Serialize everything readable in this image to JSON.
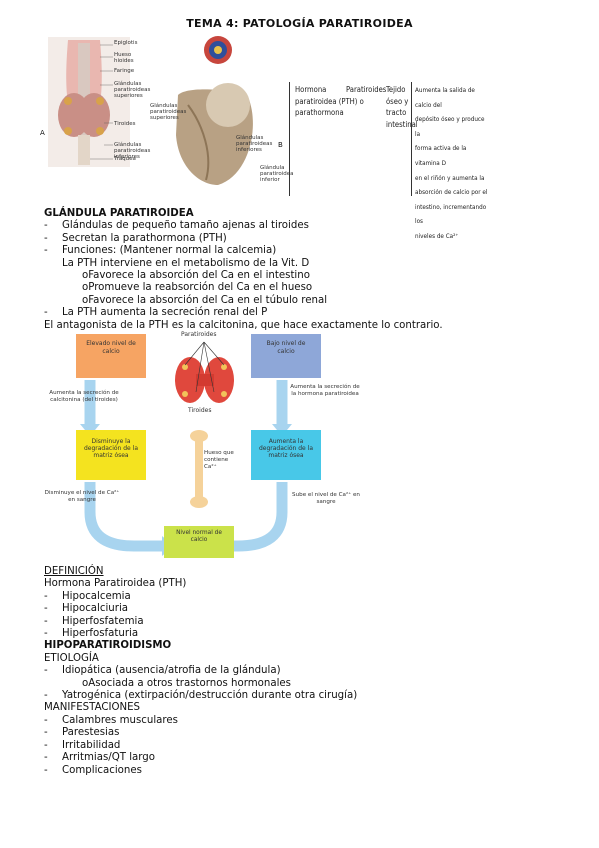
{
  "title": "TEMA 4: PATOLOGÍA PARATIROIDEA",
  "fig1": {
    "labels": [
      "Epiglotis",
      "Hueso hioides",
      "Faringe",
      "Glándulas paratiroideas superiores",
      "Tiroides",
      "Glándulas paratiroideas inferiores",
      "Tráquea",
      "Glándulas paratiroideas superiores",
      "Glándulas paratiroideas inferiores",
      "Glándula paratiroidea inferior"
    ],
    "panel_a": "A",
    "panel_b": "B"
  },
  "table": {
    "c1": [
      "Hormona",
      "paratiroidea (PTH) o",
      "parathormona"
    ],
    "c2": [
      "Paratiroides"
    ],
    "c3": [
      "Tejido",
      "óseo y",
      "tracto",
      "intestinal"
    ],
    "c4": [
      "Aumenta la salida de calcio del",
      "depósito óseo y produce la",
      "forma activa de la vitamina D",
      "en el riñón y aumenta la",
      "absorción de calcio por el",
      "intestino, incrementando los",
      "niveles de Ca²⁺"
    ]
  },
  "sec1": {
    "heading": "GLÁNDULA PARATIROIDEA",
    "items": [
      "Glándulas de pequeño tamaño ajenas al tiroides",
      "Secretan la parathormona (PTH)",
      "Funciones: (Mantener normal la calcemia)"
    ],
    "sub_intro": "La PTH interviene en el metabolismo de la Vit. D",
    "subitems": [
      "Favorece la absorción del Ca en el intestino",
      "Promueve la reabsorción del Ca en el hueso",
      "Favorece la absorción del Ca en el túbulo renal"
    ],
    "item4": "La PTH aumenta la secreción renal del P",
    "antagonist": "El antagonista de la PTH es la calcitonina, que hace exactamente lo contrario."
  },
  "diagram": {
    "high": "Elevado nivel de calcio",
    "low": "Bajo nivel de calcio",
    "parathyroids": "Paratiroides",
    "thyroid": "Tiroides",
    "left_arrow": "Aumenta la secreción de calcitonina (del tiroides)",
    "right_arrow": "Aumenta la secreción de la hormona paratiroidea",
    "decrease": "Disminuye la degradación de la matriz ósea",
    "increase": "Aumenta la degradación de la matriz ósea",
    "bone": "Hueso que contiene Ca²⁺",
    "down_left": "Disminuye el nivel de Ca²⁺ en sangre",
    "up_right": "Sube el nivel de Ca²⁺ en sangre",
    "normal": "Nivel normal de calcio"
  },
  "sec2": {
    "heading": "DEFINICIÓN",
    "intro": "Hormona Paratiroidea (PTH)",
    "items": [
      "Hipocalcemia",
      "Hipocalciuria",
      "Hiperfosfatemia",
      "Hiperfosfaturia"
    ]
  },
  "sec3": {
    "heading": "HIPOPARATIROIDISMO",
    "etiology": "ETIOLOGÍA",
    "e1": "Idiopática (ausencia/atrofia de la glándula)",
    "e1sub": "Asociada a otros trastornos hormonales",
    "e2": "Yatrogénica (extirpación/destrucción durante otra cirugía)",
    "manifest": "MANIFESTACIONES",
    "m": [
      "Calambres musculares",
      "Parestesias",
      "Irritabilidad",
      "Arritmias/QT largo",
      "Complicaciones"
    ]
  },
  "dash": "-",
  "bullet": "o"
}
